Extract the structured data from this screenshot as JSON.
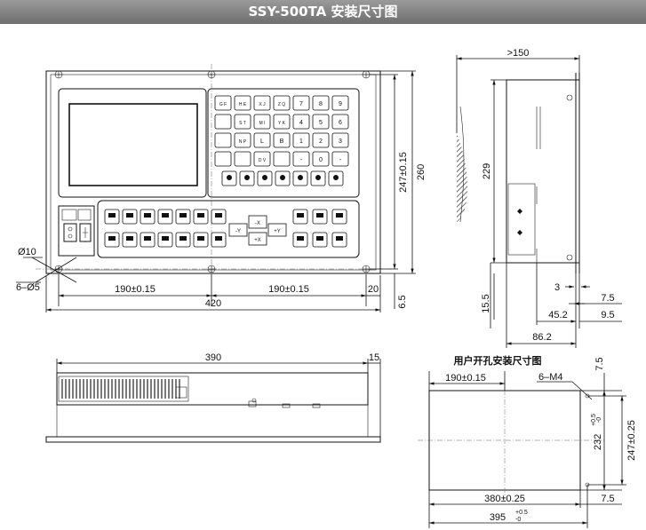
{
  "title": "SSY-500TA 安装尺寸图",
  "front_view": {
    "dims": {
      "hole_dia": "Ø10",
      "hole_count": "6–Ø5",
      "span_left": "190±0.15",
      "span_right": "190±0.15",
      "right_margin": "20",
      "total_width": "420",
      "hole_height": "247±0.15",
      "total_height": "260",
      "bottom_offset": "6.5"
    },
    "keypad_rows": [
      [
        "G F",
        "H E",
        "X J",
        "Z Q",
        "7",
        "8",
        "9"
      ],
      [
        "",
        "S T",
        "M I",
        "Y K",
        "4",
        "5",
        "6"
      ],
      [
        "",
        "N P",
        "L",
        "B",
        "1",
        "2",
        "3"
      ],
      [
        "",
        "",
        "D V",
        "",
        "-",
        "0",
        "-"
      ]
    ],
    "jog_labels": {
      "minus_x": "-X",
      "plus_x": "+X",
      "minus_y": "-Y",
      "plus_y": "+Y"
    }
  },
  "side_view": {
    "dims": {
      "depth": ">150",
      "height": "229",
      "gap_top": "3",
      "offset_a": "7.5",
      "offset_b": "45.2",
      "offset_c": "9.5",
      "offset_d": "86.2",
      "bottom": "15.5"
    }
  },
  "bottom_view": {
    "dims": {
      "width": "390",
      "flange": "15"
    }
  },
  "cutout": {
    "title": "用户开孔安装尺寸图",
    "dims": {
      "span": "190±0.15",
      "holes": "6–M4",
      "top_margin": "7.5",
      "inner_height": "232",
      "inner_height_tol_top": "+0.5",
      "inner_height_tol_bottom": "-0",
      "hole_height": "247±0.25",
      "inner_width": "380±0.25",
      "right_margin": "7.5",
      "outer_width": "395",
      "outer_width_tol_top": "+0.5",
      "outer_width_tol_bottom": "-0"
    }
  }
}
